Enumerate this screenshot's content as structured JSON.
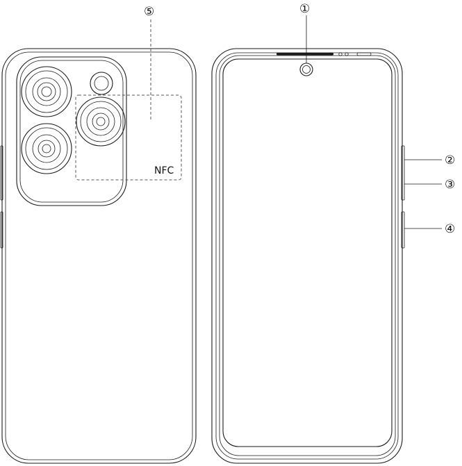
{
  "diagram": {
    "nfc_label": "NFC",
    "callouts": [
      {
        "id": "front-camera",
        "label": "①"
      },
      {
        "id": "upper-side-button",
        "label": "②"
      },
      {
        "id": "lower-side-button",
        "label": "③"
      },
      {
        "id": "power-button",
        "label": "④"
      },
      {
        "id": "nfc-area",
        "label": "⑤"
      }
    ]
  }
}
